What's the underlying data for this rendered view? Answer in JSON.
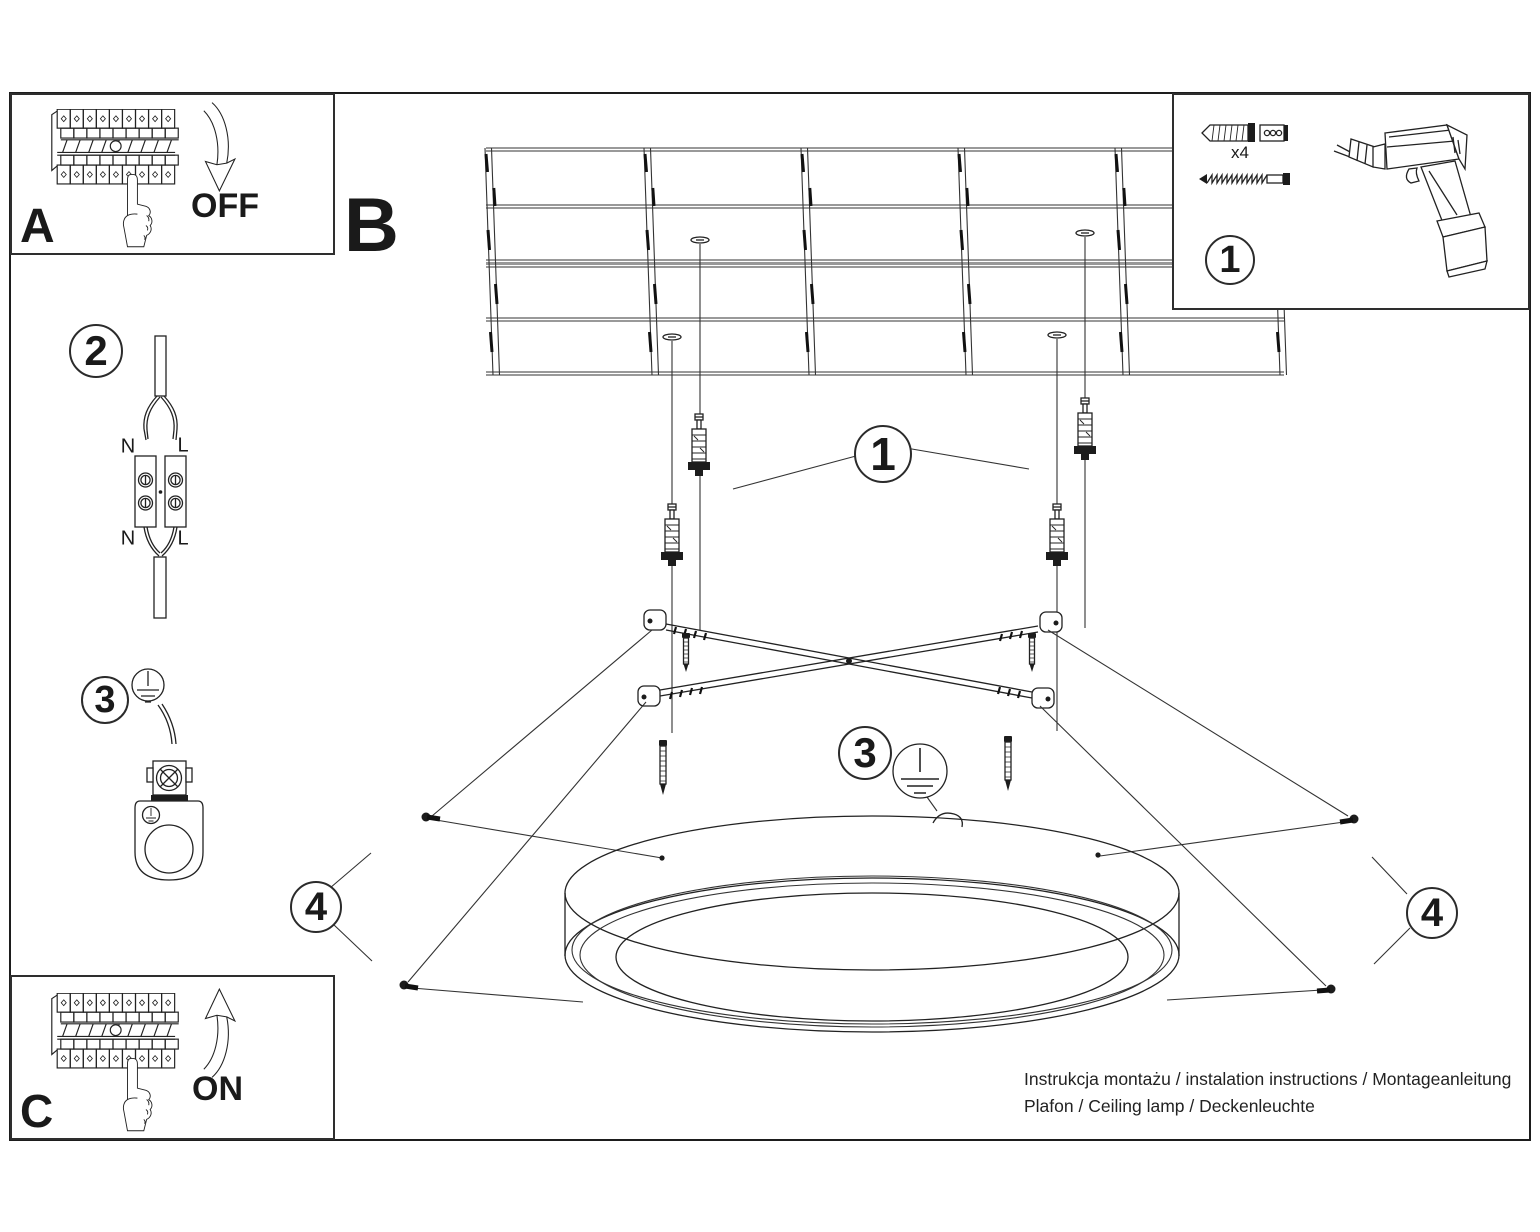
{
  "page": {
    "paper_color": "#ffffff",
    "ink_color": "#1a1a1a",
    "panels": {
      "power_off": {
        "label": "A",
        "action": "OFF"
      },
      "main_view": {
        "label": "B"
      },
      "power_on": {
        "label": "C",
        "action": "ON"
      },
      "parts": {
        "callout": "1",
        "anchor_quantity": "x4"
      }
    },
    "callouts": {
      "anchors": "1",
      "wiring": "2",
      "ground_left": "3",
      "ground_main": "3",
      "screws_left": "4",
      "screws_right": "4"
    },
    "terminals": {
      "top_n": "N",
      "top_l": "L",
      "bottom_n": "N",
      "bottom_l": "L"
    },
    "footer": {
      "line1": "Instrukcja montażu / instalation instructions / Montageanleitung",
      "line2": "Plafon / Ceiling lamp / Deckenleuchte"
    }
  }
}
